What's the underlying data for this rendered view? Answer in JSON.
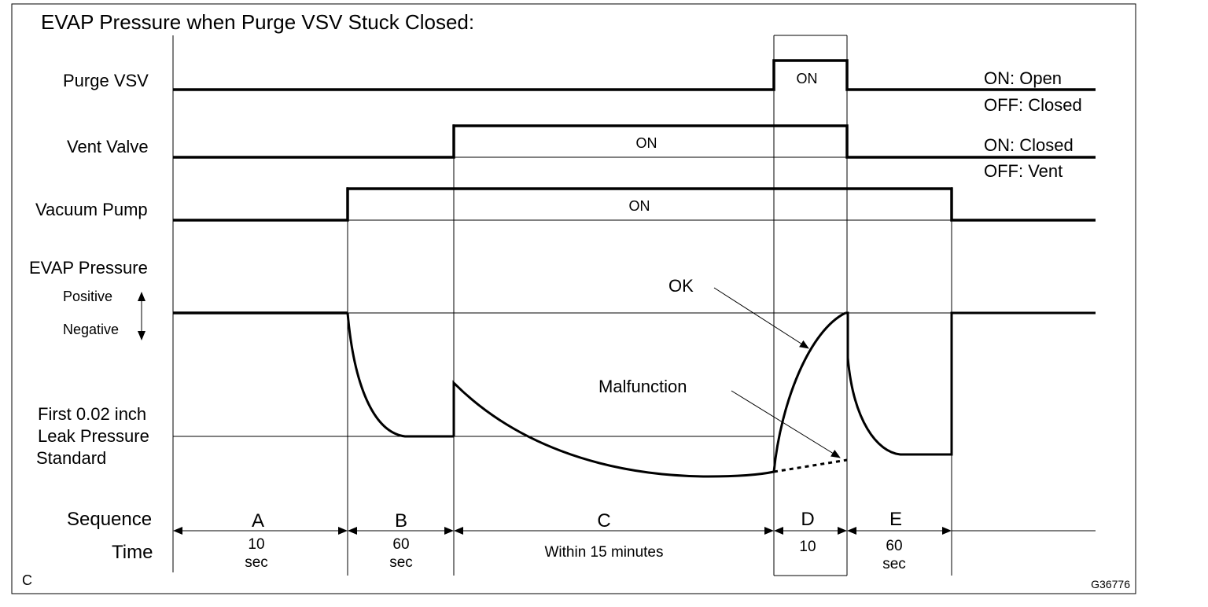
{
  "title": "EVAP Pressure when Purge VSV Stuck Closed:",
  "signals": {
    "purge_vsv": {
      "label": "Purge VSV",
      "on_text": "ON",
      "state_on": "ON: Open",
      "state_off": "OFF: Closed"
    },
    "vent_valve": {
      "label": "Vent Valve",
      "on_text": "ON",
      "state_on": "ON: Closed",
      "state_off": "OFF: Vent"
    },
    "vacuum_pump": {
      "label": "Vacuum Pump",
      "on_text": "ON"
    }
  },
  "pressure": {
    "label": "EVAP Pressure",
    "positive": "Positive",
    "negative": "Negative",
    "standard_line1": "First 0.02 inch",
    "standard_line2": "Leak Pressure",
    "standard_line3": "Standard",
    "ok_label": "OK",
    "malfunction_label": "Malfunction"
  },
  "sequence": {
    "label": "Sequence",
    "time_label": "Time",
    "phases": [
      {
        "letter": "A",
        "time1": "10",
        "time2": "sec"
      },
      {
        "letter": "B",
        "time1": "60",
        "time2": "sec"
      },
      {
        "letter": "C",
        "time1": "Within 15 minutes",
        "time2": ""
      },
      {
        "letter": "D",
        "time1": "10",
        "time2": ""
      },
      {
        "letter": "E",
        "time1": "60",
        "time2": "sec"
      }
    ]
  },
  "corner_left": "C",
  "figure_code": "G36776"
}
